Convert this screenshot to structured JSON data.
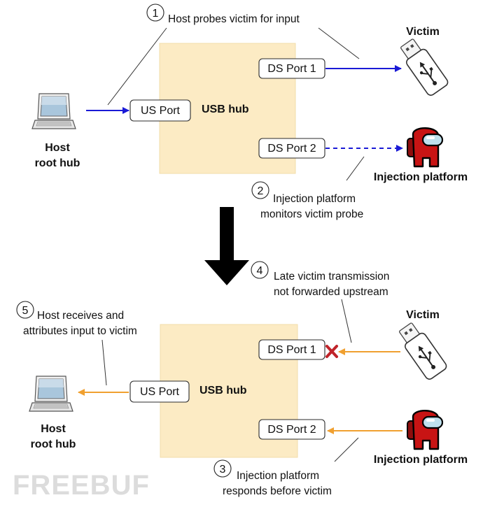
{
  "colors": {
    "arrow_blue": "#1a1ad6",
    "arrow_orange": "#f0a030",
    "hub_fill": "#fcebc4",
    "crewmate_red": "#c81414",
    "visor": "#bfe1ee",
    "x_mark": "#c0242a",
    "big_arrow": "#000000"
  },
  "top": {
    "hub_label": "USB hub",
    "us_port": "US Port",
    "ds_port_1": "DS Port 1",
    "ds_port_2": "DS Port 2",
    "host_label_line1": "Host",
    "host_label_line2": "root hub",
    "victim_label": "Victim",
    "injection_label": "Injection platform",
    "step1_num": "1",
    "step1_text": "Host probes victim for input",
    "step2_num": "2",
    "step2_line1": "Injection platform",
    "step2_line2": "monitors victim probe"
  },
  "bottom": {
    "hub_label": "USB hub",
    "us_port": "US Port",
    "ds_port_1": "DS Port 1",
    "ds_port_2": "DS Port 2",
    "host_label_line1": "Host",
    "host_label_line2": "root hub",
    "victim_label": "Victim",
    "injection_label": "Injection platform",
    "step3_num": "3",
    "step3_line1": "Injection platform",
    "step3_line2": "responds before victim",
    "step4_num": "4",
    "step4_line1": "Late victim transmission",
    "step4_line2": "not forwarded upstream",
    "step5_num": "5",
    "step5_line1": "Host receives and",
    "step5_line2": "attributes input to victim"
  },
  "watermark": "FREEBUF",
  "icons": [
    "laptop-icon",
    "usb-stick-icon",
    "crewmate-icon",
    "x-mark-icon",
    "down-arrow-icon"
  ]
}
